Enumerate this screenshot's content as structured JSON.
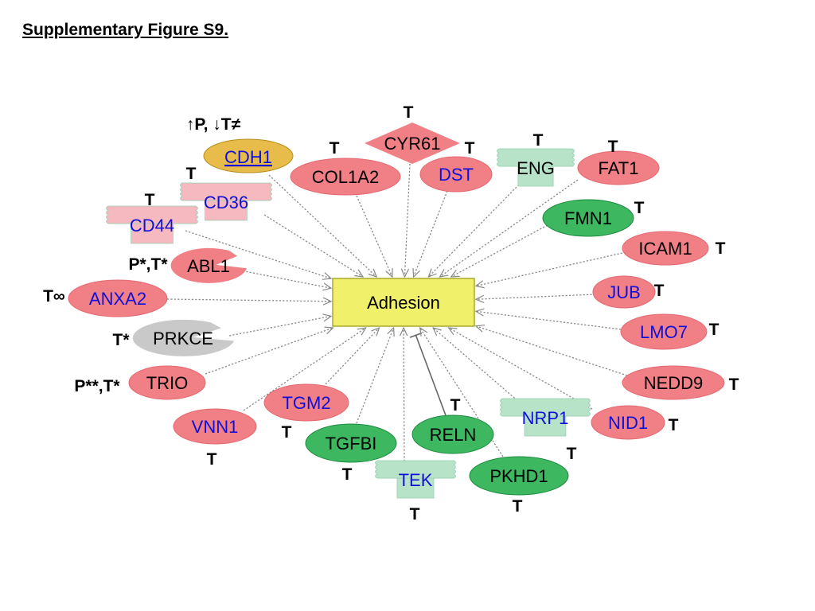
{
  "title": "Supplementary Figure S9.",
  "center": "Adhesion",
  "colors": {
    "red": "#f07f86",
    "green": "#3db861",
    "gold": "#e8bc4b",
    "gray": "#c9c9c9",
    "teal": "#b7e3c9",
    "pink": "#f6b9bf",
    "center": "#f0f06a",
    "blue_text": "#1010d8",
    "edge": "#888888"
  },
  "genes": [
    {
      "name": "CDH1",
      "shape": "ellipse",
      "color": "gold",
      "text": "blue",
      "underline": true,
      "annotation": "↑P, ↓T≠"
    },
    {
      "name": "COL1A2",
      "shape": "ellipse",
      "color": "red",
      "text": "black",
      "annotation": "T"
    },
    {
      "name": "CYR61",
      "shape": "diamond",
      "color": "red",
      "text": "black",
      "annotation": "T"
    },
    {
      "name": "DST",
      "shape": "ellipse",
      "color": "red",
      "text": "blue",
      "annotation": "T"
    },
    {
      "name": "ENG",
      "shape": "receptor",
      "color": "teal",
      "text": "black",
      "annotation": "T"
    },
    {
      "name": "FAT1",
      "shape": "ellipse",
      "color": "red",
      "text": "black",
      "annotation": "T"
    },
    {
      "name": "CD36",
      "shape": "receptor",
      "color": "pink",
      "text": "blue",
      "annotation": "T"
    },
    {
      "name": "CD44",
      "shape": "receptor",
      "color": "pink",
      "text": "blue",
      "annotation": "T"
    },
    {
      "name": "FMN1",
      "shape": "ellipse",
      "color": "green",
      "text": "black",
      "annotation": "T"
    },
    {
      "name": "ICAM1",
      "shape": "ellipse",
      "color": "red",
      "text": "black",
      "annotation": "T"
    },
    {
      "name": "ABL1",
      "shape": "kinase",
      "color": "red",
      "text": "black",
      "annotation": "P*,T*"
    },
    {
      "name": "ANXA2",
      "shape": "ellipse",
      "color": "red",
      "text": "blue",
      "annotation": "T∞"
    },
    {
      "name": "JUB",
      "shape": "ellipse",
      "color": "red",
      "text": "blue",
      "annotation": "T"
    },
    {
      "name": "LMO7",
      "shape": "ellipse",
      "color": "red",
      "text": "blue",
      "annotation": "T"
    },
    {
      "name": "PRKCE",
      "shape": "kinase",
      "color": "gray",
      "text": "black",
      "annotation": "T*"
    },
    {
      "name": "TRIO",
      "shape": "ellipse",
      "color": "red",
      "text": "black",
      "annotation": "P**,T*"
    },
    {
      "name": "NEDD9",
      "shape": "ellipse",
      "color": "red",
      "text": "black",
      "annotation": "T"
    },
    {
      "name": "TGM2",
      "shape": "ellipse",
      "color": "red",
      "text": "blue",
      "annotation": "T"
    },
    {
      "name": "VNN1",
      "shape": "ellipse",
      "color": "red",
      "text": "blue",
      "annotation": "T"
    },
    {
      "name": "NRP1",
      "shape": "receptor",
      "color": "teal",
      "text": "blue",
      "annotation": "T"
    },
    {
      "name": "NID1",
      "shape": "ellipse",
      "color": "red",
      "text": "blue",
      "annotation": "T"
    },
    {
      "name": "RELN",
      "shape": "ellipse",
      "color": "green",
      "text": "black",
      "annotation": "T",
      "edge": "inhibit"
    },
    {
      "name": "TGFBI",
      "shape": "ellipse",
      "color": "green",
      "text": "black",
      "annotation": "T"
    },
    {
      "name": "TEK",
      "shape": "receptor",
      "color": "teal",
      "text": "blue",
      "annotation": "T"
    },
    {
      "name": "PKHD1",
      "shape": "ellipse",
      "color": "green",
      "text": "black",
      "annotation": "T"
    }
  ]
}
